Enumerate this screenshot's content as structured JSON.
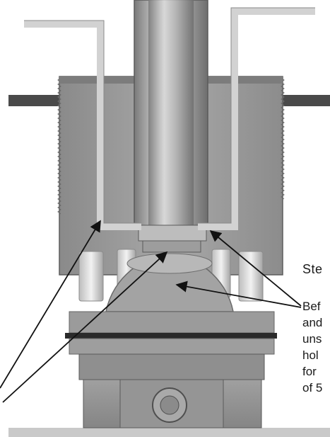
{
  "step_heading": "Ste",
  "instruction_lines": [
    "Bef",
    "and",
    "uns",
    "hol",
    "for",
    "of 5"
  ],
  "colors": {
    "metal_light": "#cfcfcf",
    "metal_mid": "#9a9a9a",
    "metal_dark": "#6e6e6e",
    "gasket": "#2a2a2a",
    "arrow": "#111111"
  }
}
